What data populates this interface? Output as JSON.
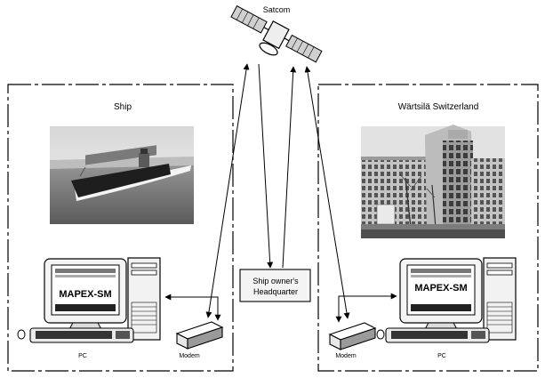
{
  "satellite": {
    "label": "Satcom",
    "icon": "satellite-icon"
  },
  "ship_box": {
    "title": "Ship"
  },
  "wartsila_box": {
    "title": "Wärtsilä Switzerland"
  },
  "ship_pc": {
    "screen_text": "MAPEX-SM",
    "label": "PC",
    "icon": "computer-icon"
  },
  "ship_modem": {
    "label": "Modem",
    "icon": "modem-icon"
  },
  "hq_box": {
    "line1": "Ship owner's",
    "line2": "Headquarter"
  },
  "wartsila_pc": {
    "screen_text": "MAPEX-SM",
    "label": "PC",
    "icon": "computer-icon"
  },
  "wartsila_modem": {
    "label": "Modem",
    "icon": "modem-icon"
  },
  "photos": {
    "ship": "container-ship-photo",
    "building": "office-building-photo"
  }
}
